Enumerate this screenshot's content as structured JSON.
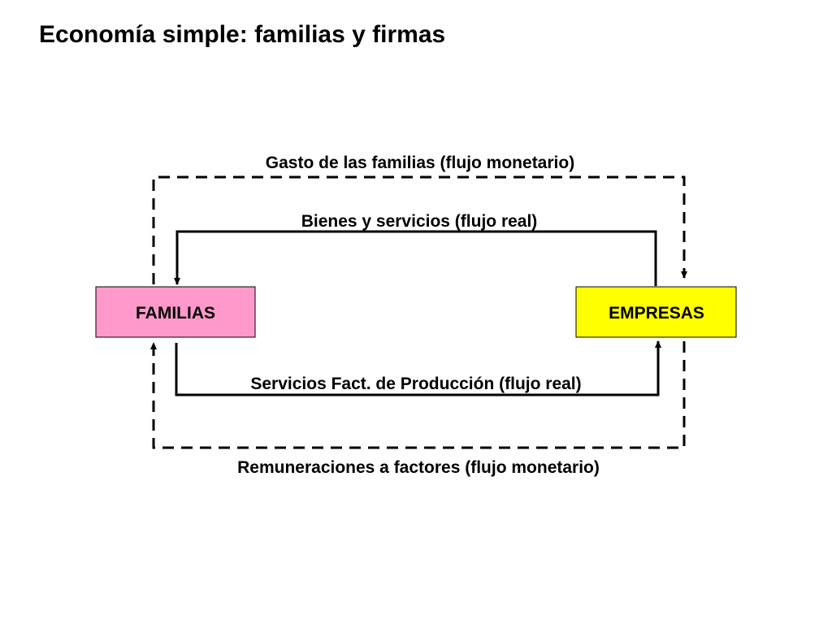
{
  "slide": {
    "title": "Economía simple: familias y firmas"
  },
  "nodes": {
    "households": {
      "label": "FAMILIAS",
      "color": "#ff99cc"
    },
    "firms": {
      "label": "EMPRESAS",
      "color": "#ffff00"
    }
  },
  "flows": {
    "household_spending": "Gasto de las familias (flujo monetario)",
    "goods_services": "Bienes y servicios (flujo real)",
    "factor_services": "Servicios Fact. de Producción (flujo real)",
    "factor_payments": "Remuneraciones a factores (flujo monetario)"
  }
}
